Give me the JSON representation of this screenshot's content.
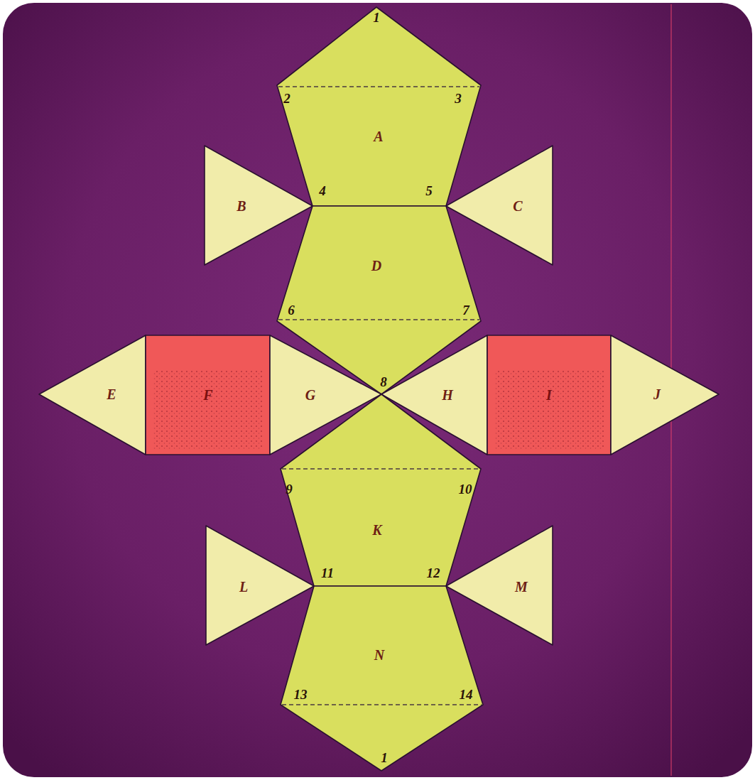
{
  "diagram": {
    "nodes": [
      {
        "text": [
          "A"
        ]
      },
      {
        "text": [
          "B"
        ]
      },
      {
        "text": [
          "C"
        ]
      },
      {
        "text": [
          "D"
        ]
      },
      {
        "text": [
          "E"
        ]
      },
      {
        "text": [
          "F"
        ]
      },
      {
        "text": [
          "G"
        ]
      },
      {
        "text": [
          "H"
        ]
      },
      {
        "text": [
          "I"
        ]
      },
      {
        "text": [
          "J"
        ]
      },
      {
        "text": [
          "K"
        ]
      },
      {
        "text": [
          "L"
        ]
      },
      {
        "text": [
          "M"
        ]
      },
      {
        "text": [
          "N"
        ]
      }
    ],
    "labels": [
      "1",
      "2",
      "3",
      "4",
      "5",
      "6",
      "7",
      "8",
      "9",
      "10",
      "11",
      "12",
      "13",
      "14",
      "1"
    ]
  }
}
